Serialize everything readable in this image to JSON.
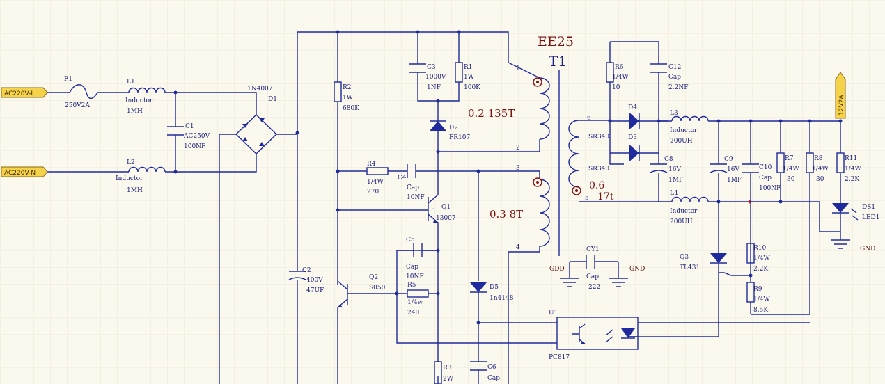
{
  "ports": {
    "ac_l": "AC220V-L",
    "ac_n": "AC220V-N",
    "out": "12V2A"
  },
  "transformer": {
    "core": "EE25",
    "ref": "T1",
    "pin1": "1",
    "pin2": "2",
    "pin3": "3",
    "pin4": "4",
    "pin5": "5",
    "pin6": "6",
    "prim_note": "0.2  135T",
    "aux_note": "0.3  8T",
    "sec_note1": "0.6",
    "sec_note2": "17t"
  },
  "comp": {
    "f1": {
      "ref": "F1",
      "val": "250V2A"
    },
    "l1": {
      "ref": "L1",
      "type": "Inductor",
      "val": "1MH"
    },
    "l2": {
      "ref": "L2",
      "type": "Inductor",
      "val": "1MH"
    },
    "c1": {
      "ref": "C1",
      "v": "AC250V",
      "val": "100NF"
    },
    "d1": {
      "ref": "D1",
      "type": "1N4007"
    },
    "c2": {
      "ref": "C2",
      "v": "400V",
      "val": "47UF"
    },
    "r2": {
      "ref": "R2",
      "p": "1W",
      "val": "680K"
    },
    "c3": {
      "ref": "C3",
      "v": "1000V",
      "val": "1NF"
    },
    "r1": {
      "ref": "R1",
      "p": "1W",
      "val": "100K"
    },
    "d2": {
      "ref": "D2",
      "type": "FR107"
    },
    "r4": {
      "ref": "R4",
      "p": "1/4W",
      "val": "270"
    },
    "c4": {
      "ref": "C4",
      "type": "Cap",
      "val": "10NF"
    },
    "q1": {
      "ref": "Q1",
      "type": "13007"
    },
    "c5": {
      "ref": "C5",
      "type": "Cap",
      "val": "10NF"
    },
    "r5": {
      "ref": "R5",
      "p": "1/4w",
      "val": "240"
    },
    "q2": {
      "ref": "Q2",
      "type": "S050"
    },
    "d5": {
      "ref": "D5",
      "type": "1n4148"
    },
    "r3": {
      "ref": "R3",
      "p": "2W"
    },
    "c6": {
      "ref": "C6",
      "type": "Cap"
    },
    "r6": {
      "ref": "R6",
      "p": "1/4W",
      "val": "10"
    },
    "c12": {
      "ref": "C12",
      "type": "Cap",
      "val": "2.2NF"
    },
    "d4": {
      "ref": "D4"
    },
    "d3": {
      "ref": "D3",
      "type": "SR340"
    },
    "sr340b": {
      "type": "SR340"
    },
    "c8": {
      "ref": "C8",
      "v": "16V",
      "val": "1MF"
    },
    "l3": {
      "ref": "L3",
      "type": "Inductor",
      "val": "200UH"
    },
    "l4": {
      "ref": "L4",
      "type": "Inductor",
      "val": "200UH"
    },
    "c9": {
      "ref": "C9",
      "v": "16V",
      "val": "1MF"
    },
    "c10": {
      "ref": "C10",
      "type": "Cap",
      "val": "100NF"
    },
    "r7": {
      "ref": "R7",
      "p": "1/4W",
      "val": "30"
    },
    "r8": {
      "ref": "R8",
      "p": "1/4W",
      "val": "30"
    },
    "r11": {
      "ref": "R11",
      "p": "1/4W",
      "val": "2.2K"
    },
    "ds1": {
      "ref": "DS1",
      "type": "LED1"
    },
    "cy1": {
      "ref": "CY1",
      "type": "Cap",
      "val": "222"
    },
    "q3": {
      "ref": "Q3",
      "type": "TL431"
    },
    "r10": {
      "ref": "R10",
      "p": "1/4W",
      "val": "2.2K"
    },
    "r9": {
      "ref": "R9",
      "p": "1/4W",
      "val": "8.5K"
    },
    "u1": {
      "ref": "U1",
      "type": "PC817"
    }
  },
  "nets": {
    "gdd": "GDD",
    "gnd1": "GND",
    "gnd2": "GND"
  }
}
